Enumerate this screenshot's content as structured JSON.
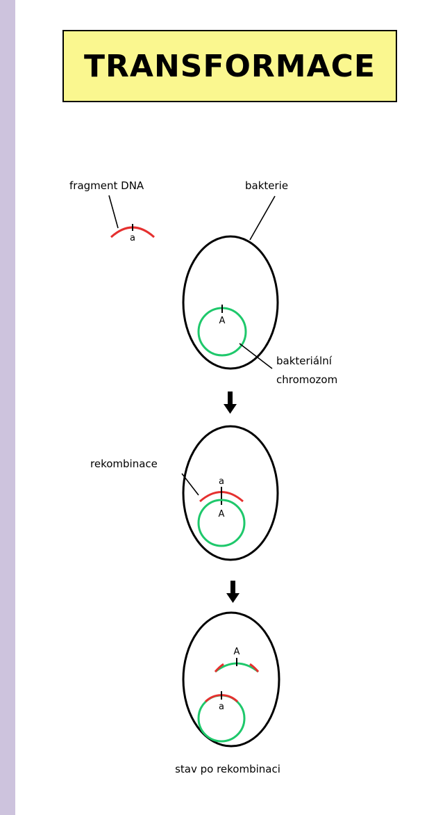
{
  "title": "TRANSFORMACE",
  "labels": {
    "fragment": "fragment DNA",
    "bacterium": "bakterie",
    "chromosome_line1": "bakteriální",
    "chromosome_line2": "chromozom",
    "recombination": "rekombinace",
    "after": "stav po rekombinaci"
  },
  "alleles": {
    "fragment": "a",
    "chromosome": "A"
  },
  "colors": {
    "donor_dna": "#e5302f",
    "chromosome": "#1ec86b",
    "title_fill": "#faf78f",
    "background": "#cdc3dd"
  }
}
